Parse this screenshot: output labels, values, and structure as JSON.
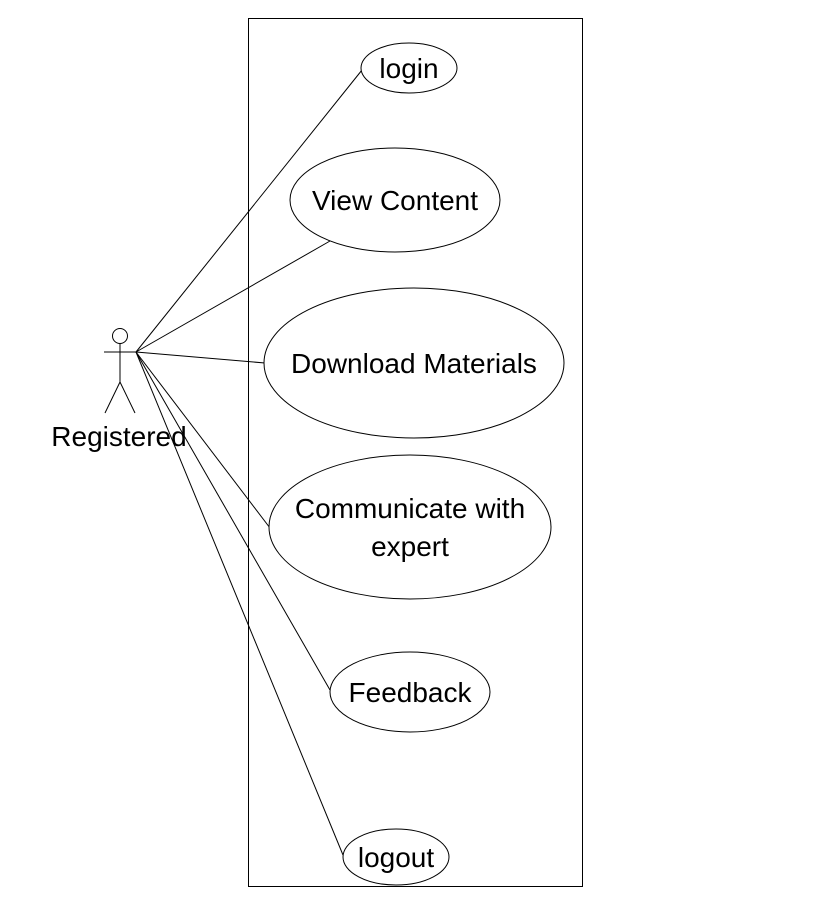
{
  "actor": {
    "name": "Registered"
  },
  "use_cases": [
    {
      "id": "login",
      "lines": [
        "login"
      ]
    },
    {
      "id": "view-content",
      "lines": [
        "View Content"
      ]
    },
    {
      "id": "download-materials",
      "lines": [
        "Download Materials"
      ]
    },
    {
      "id": "communicate-with-expert",
      "lines": [
        "Communicate with",
        "expert"
      ]
    },
    {
      "id": "feedback",
      "lines": [
        "Feedback"
      ]
    },
    {
      "id": "logout",
      "lines": [
        "logout"
      ]
    }
  ],
  "colors": {
    "stroke": "#000000",
    "background": "#ffffff"
  }
}
